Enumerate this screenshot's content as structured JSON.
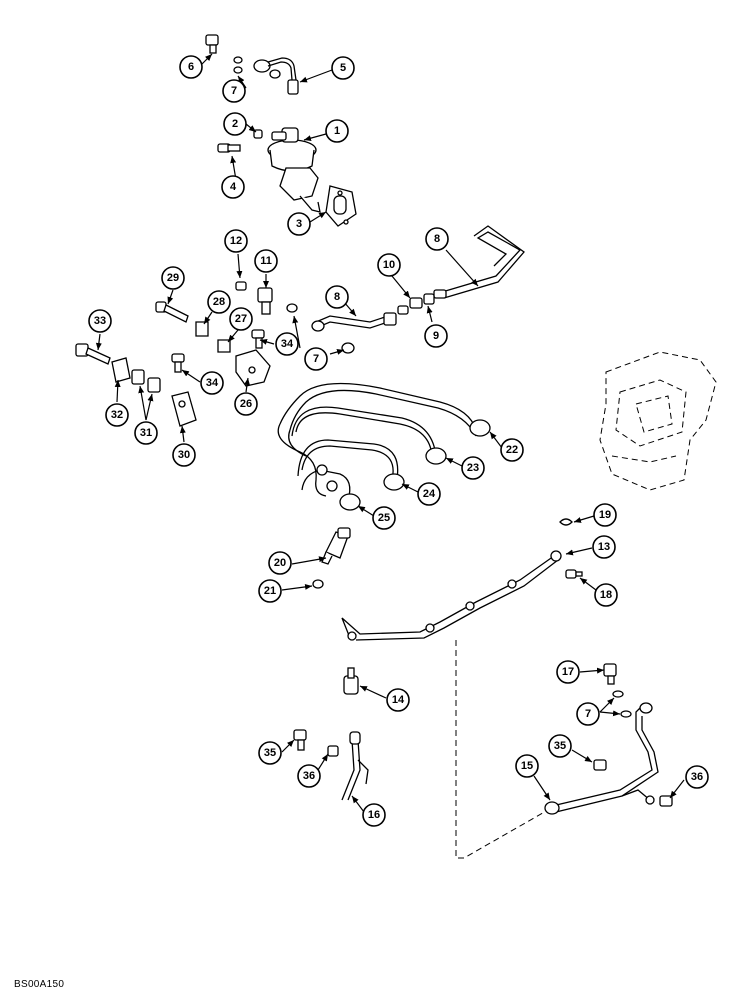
{
  "figure_code": "BS00A150",
  "callout_numbers": [
    "1",
    "2",
    "3",
    "4",
    "5",
    "6",
    "7",
    "8",
    "9",
    "10",
    "11",
    "12",
    "13",
    "14",
    "15",
    "16",
    "17",
    "18",
    "19",
    "20",
    "21",
    "22",
    "23",
    "24",
    "25",
    "26",
    "27",
    "28",
    "29",
    "30",
    "31",
    "32",
    "33",
    "34",
    "35",
    "36"
  ]
}
